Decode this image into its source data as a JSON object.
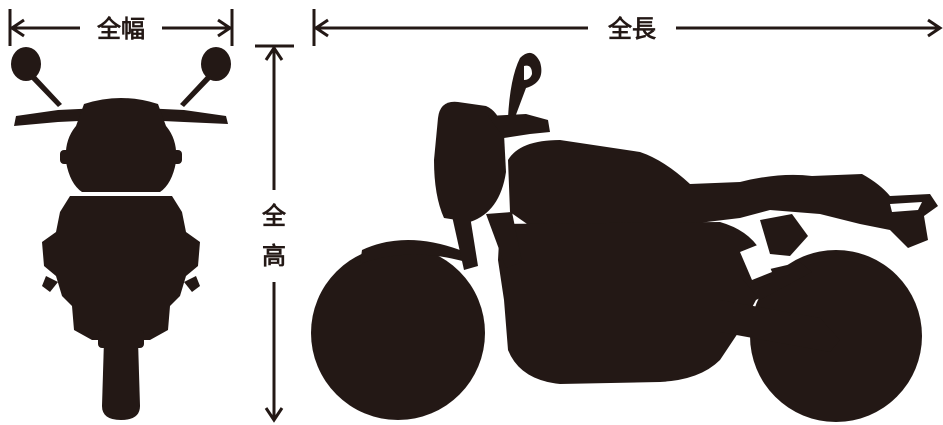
{
  "labels": {
    "width": "全幅",
    "length": "全長",
    "height_top": "全",
    "height_bottom": "高"
  },
  "colors": {
    "ink": "#231815",
    "background": "#ffffff"
  }
}
